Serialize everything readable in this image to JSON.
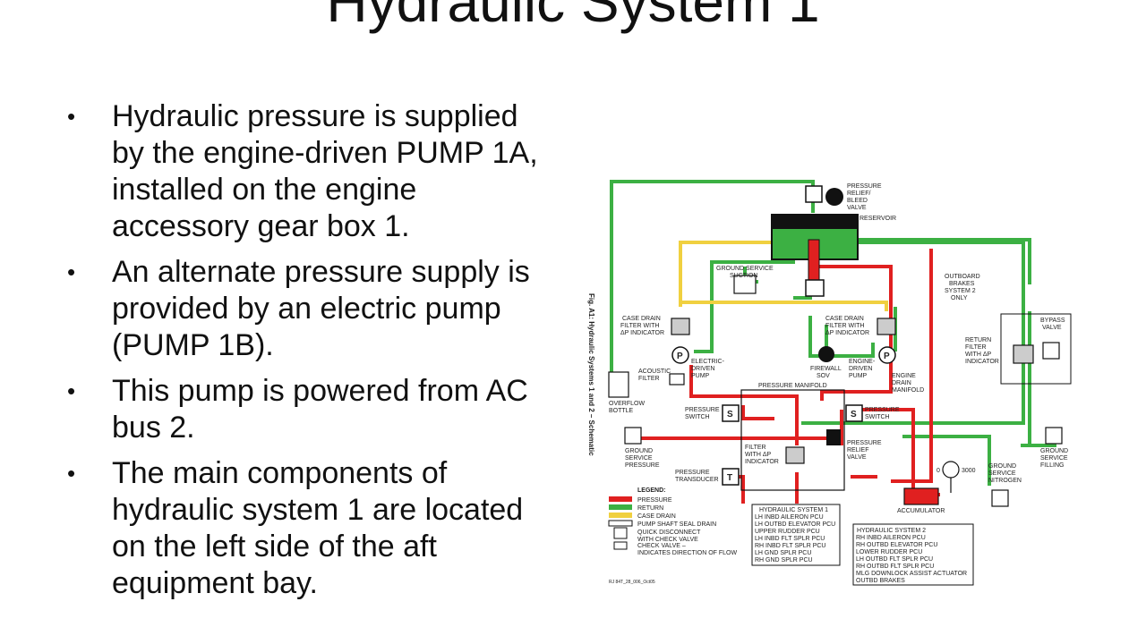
{
  "slide": {
    "title": "Hydraulic System 1",
    "bullets": [
      "Hydraulic pressure is supplied by the engine-driven PUMP 1A, installed on the engine accessory gear box 1.",
      "An alternate pressure supply is provided by an electric pump (PUMP 1B).",
      "This pump is powered from AC bus 2.",
      "The main components of hydraulic system 1 are located on the left side of the aft equipment bay."
    ]
  },
  "schematic": {
    "fig_caption": "Fig. A1: Hydraulic Systems 1 and 2 – Schematic",
    "colors": {
      "pressure": "#e02020",
      "return": "#3cb043",
      "case_drain": "#f0d040",
      "black": "#111111"
    },
    "labels": {
      "pressure_relief_valve": [
        "PRESSURE",
        "RELIEF/",
        "BLEED",
        "VALVE"
      ],
      "reservoir": "RESERVOIR",
      "ground_service_suction": [
        "GROUND SERVICE",
        "SUCTION"
      ],
      "outboard_brakes": [
        "OUTBOARD",
        "BRAKES",
        "SYSTEM 2",
        "ONLY"
      ],
      "case_drain_filter_left": [
        "CASE DRAIN",
        "FILTER WITH",
        "ΔP INDICATOR"
      ],
      "case_drain_filter_right": [
        "CASE DRAIN",
        "FILTER WITH",
        "ΔP INDICATOR"
      ],
      "return_filter": [
        "RETURN",
        "FILTER",
        "WITH ΔP",
        "INDICATOR"
      ],
      "bypass_valve": [
        "BYPASS",
        "VALVE"
      ],
      "electric_pump": [
        "ELECTRIC-",
        "DRIVEN",
        "PUMP"
      ],
      "firewall_sov": [
        "FIREWALL",
        "SOV"
      ],
      "engine_pump": [
        "ENGINE-",
        "DRIVEN",
        "PUMP"
      ],
      "engine_drain_manifold": [
        "ENGINE",
        "DRAIN",
        "MANIFOLD"
      ],
      "acoustic_filter": [
        "ACOUSTIC",
        "FILTER"
      ],
      "overflow_bottle": [
        "OVERFLOW",
        "BOTTLE"
      ],
      "pressure_manifold": "PRESSURE MANIFOLD",
      "pressure_switch_left": [
        "PRESSURE",
        "SWITCH"
      ],
      "pressure_switch_right": [
        "PRESSURE",
        "SWITCH"
      ],
      "ground_service_pressure": [
        "GROUND",
        "SERVICE",
        "PRESSURE"
      ],
      "pressure_relief_valve_2": [
        "PRESSURE",
        "RELIEF",
        "VALVE"
      ],
      "filter_dp": [
        "FILTER",
        "WITH ΔP",
        "INDICATOR"
      ],
      "pressure_transducer": [
        "PRESSURE",
        "TRANSDUCER"
      ],
      "ground_service_filling": [
        "GROUND",
        "SERVICE",
        "FILLING"
      ],
      "ground_service_nitrogen": [
        "GROUND",
        "SERVICE",
        "NITROGEN"
      ],
      "gauge_value": "3000",
      "gauge_zero": "0",
      "accumulator": "ACCUMULATOR",
      "footer_code": "RJ 84T_28_006_Oct05"
    },
    "legend": {
      "title": "LEGEND:",
      "items": [
        "PRESSURE",
        "RETURN",
        "CASE DRAIN",
        "PUMP SHAFT SEAL DRAIN"
      ],
      "qd_label": [
        "QUICK DISCONNECT",
        "WITH CHECK VALVE"
      ],
      "cv_label": [
        "CHECK VALVE –",
        "INDICATES DIRECTION OF FLOW"
      ]
    },
    "system1": {
      "title": "HYDRAULIC SYSTEM 1",
      "items": [
        "LH INBD AILERON PCU",
        "LH OUTBD ELEVATOR PCU",
        "UPPER RUDDER PCU",
        "LH INBD FLT SPLR PCU",
        "RH INBD FLT SPLR PCU",
        "LH GND SPLR PCU",
        "RH GND SPLR PCU"
      ]
    },
    "system2": {
      "title": "HYDRAULIC SYSTEM 2",
      "items": [
        "RH INBD AILERON PCU",
        "RH OUTBD ELEVATOR PCU",
        "LOWER RUDDER PCU",
        "LH OUTBD FLT SPLR PCU",
        "RH OUTBD FLT SPLR PCU",
        "MLG DOWNLOCK ASSIST ACTUATOR",
        "OUTBD BRAKES"
      ]
    }
  }
}
